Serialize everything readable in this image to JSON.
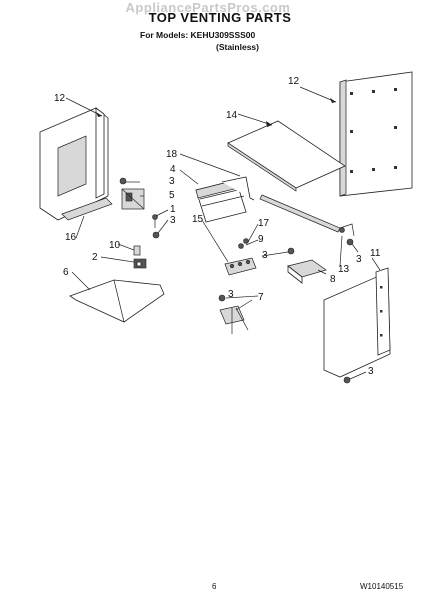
{
  "header": {
    "watermark": "AppliancePartsPros.com",
    "title": "TOP VENTING PARTS",
    "models_line": "For Models: KEHU309SSS00",
    "variant": "(Stainless)"
  },
  "callouts": [
    "1",
    "2",
    "3",
    "3",
    "3",
    "3",
    "3",
    "3",
    "4",
    "5",
    "6",
    "7",
    "8",
    "9",
    "10",
    "11",
    "12",
    "12",
    "13",
    "14",
    "15",
    "16",
    "17",
    "18"
  ],
  "footer": {
    "page_number": "6",
    "doc_number": "W10140515"
  }
}
